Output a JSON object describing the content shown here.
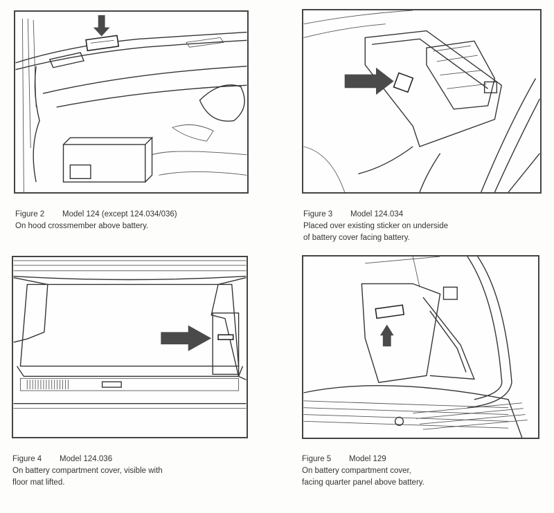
{
  "figures": [
    {
      "id": "figure-2",
      "number": "Figure 2",
      "model": "Model 124 (except 124.034/036)",
      "lines": [
        "On hood crossmember above battery."
      ]
    },
    {
      "id": "figure-3",
      "number": "Figure 3",
      "model": "Model 124.034",
      "lines": [
        "Placed over existing sticker on underside",
        "of battery cover facing battery."
      ]
    },
    {
      "id": "figure-4",
      "number": "Figure 4",
      "model": "Model 124.036",
      "lines": [
        "On battery compartment cover, visible with",
        "floor mat lifted."
      ]
    },
    {
      "id": "figure-5",
      "number": "Figure 5",
      "model": "Model 129",
      "lines": [
        "On battery compartment cover,",
        "facing quarter panel above battery."
      ]
    }
  ]
}
